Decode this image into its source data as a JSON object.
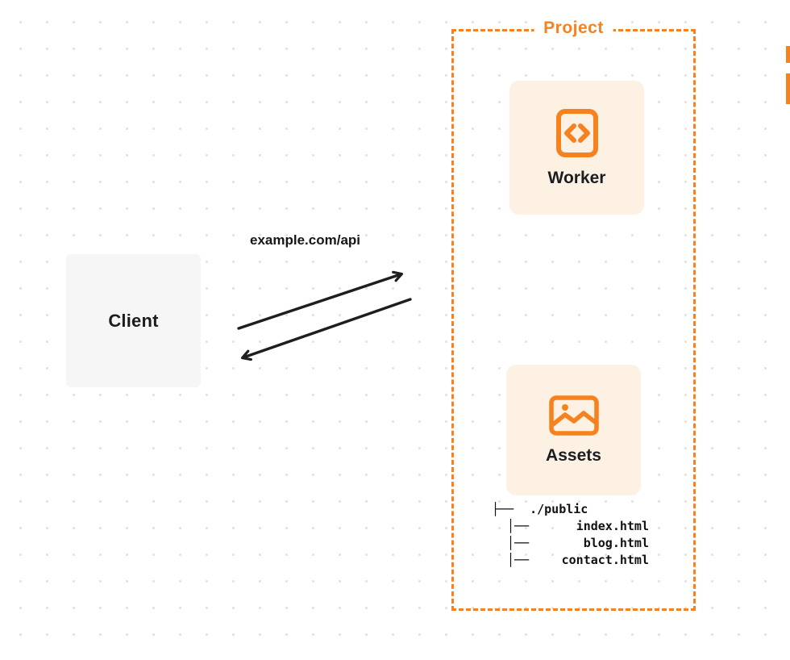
{
  "colors": {
    "accent_orange": "#F6821F",
    "card_background": "#FDF1E4",
    "client_background": "#F6F6F7",
    "arrow_color": "#1E1E1E",
    "text_dark": "#1B1D21"
  },
  "client": {
    "label": "Client"
  },
  "request": {
    "url_label": "example.com/api"
  },
  "project": {
    "title": "Project",
    "worker": {
      "label": "Worker",
      "icon": "code-icon"
    },
    "assets": {
      "label": "Assets",
      "icon": "image-icon"
    },
    "file_tree": {
      "root_prefix": "├──",
      "root_name": "./public",
      "file_prefix": "│──",
      "files": [
        "index.html",
        "blog.html",
        "contact.html"
      ]
    }
  }
}
